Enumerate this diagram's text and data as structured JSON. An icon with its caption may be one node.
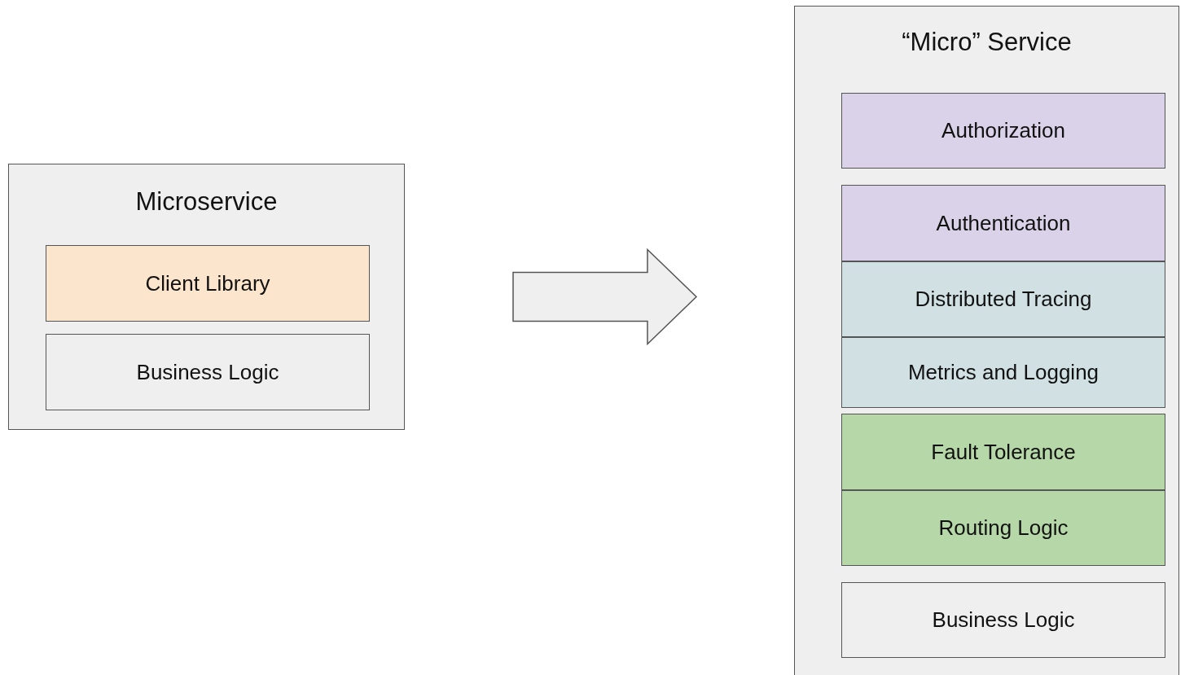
{
  "diagram": {
    "nodes": [
      {
        "text": [
          "Microservice"
        ]
      },
      {
        "text": [
          "Client Library"
        ],
        "in": 0
      },
      {
        "text": [
          "Business Logic"
        ],
        "in": 0
      },
      {
        "text": [
          "“Micro” Service"
        ]
      },
      {
        "text": [
          "Authorization"
        ],
        "in": 3
      },
      {
        "text": [
          "Authentication"
        ],
        "in": 3
      },
      {
        "text": [
          "Distributed Tracing"
        ],
        "in": 3
      },
      {
        "text": [
          "Metrics and Logging"
        ],
        "in": 3
      },
      {
        "text": [
          "Fault Tolerance"
        ],
        "in": 3
      },
      {
        "text": [
          "Routing Logic"
        ],
        "in": 3
      },
      {
        "text": [
          "Business Logic"
        ],
        "in": 3
      }
    ],
    "edges": [
      {
        "from": 0,
        "to": 3,
        "arrow": "to"
      }
    ]
  }
}
